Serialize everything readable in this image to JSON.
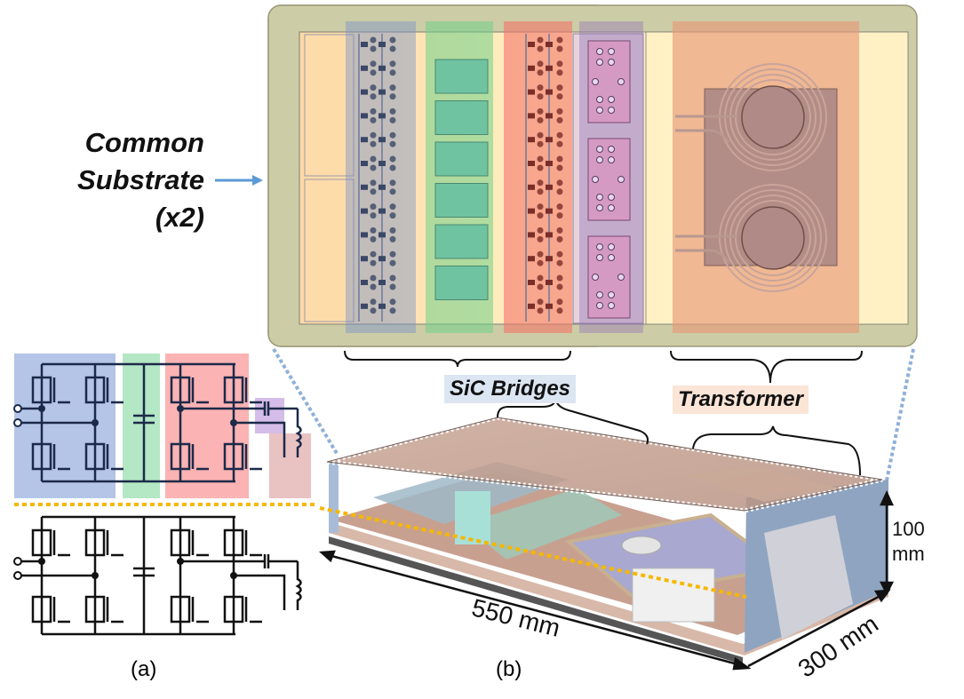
{
  "labels": {
    "common_substrate": [
      "Common",
      "Substrate",
      "(x2)"
    ],
    "sic_bridges": "SiC Bridges",
    "transformer": "Transformer",
    "caption_a": "(a)",
    "caption_b": "(b)"
  },
  "dimensions": {
    "length": "550 mm",
    "width": "300 mm",
    "height_value": "100",
    "height_unit": "mm"
  },
  "colors": {
    "substrate_frame": "#cccca6",
    "substrate_panel": "#fde9c2",
    "bridge_blue": "#7b93c9",
    "capacitor_green": "#6fcf8a",
    "bridge_red": "#f4746a",
    "cap_purple": "#9a7bb8",
    "transformer_orange": "#e89a7a",
    "callout_arrow": "#5b9bd5",
    "dotted_yellow": "#f5b800",
    "dotted_blue": "#8fb0d8"
  },
  "regions": {
    "top_view": [
      "bridge-1",
      "capacitors",
      "bridge-2",
      "dc-caps",
      "transformer"
    ],
    "schematic": [
      "input-bridge",
      "dc-link-capacitor",
      "output-bridge",
      "series-capacitor",
      "transformer-winding"
    ]
  }
}
